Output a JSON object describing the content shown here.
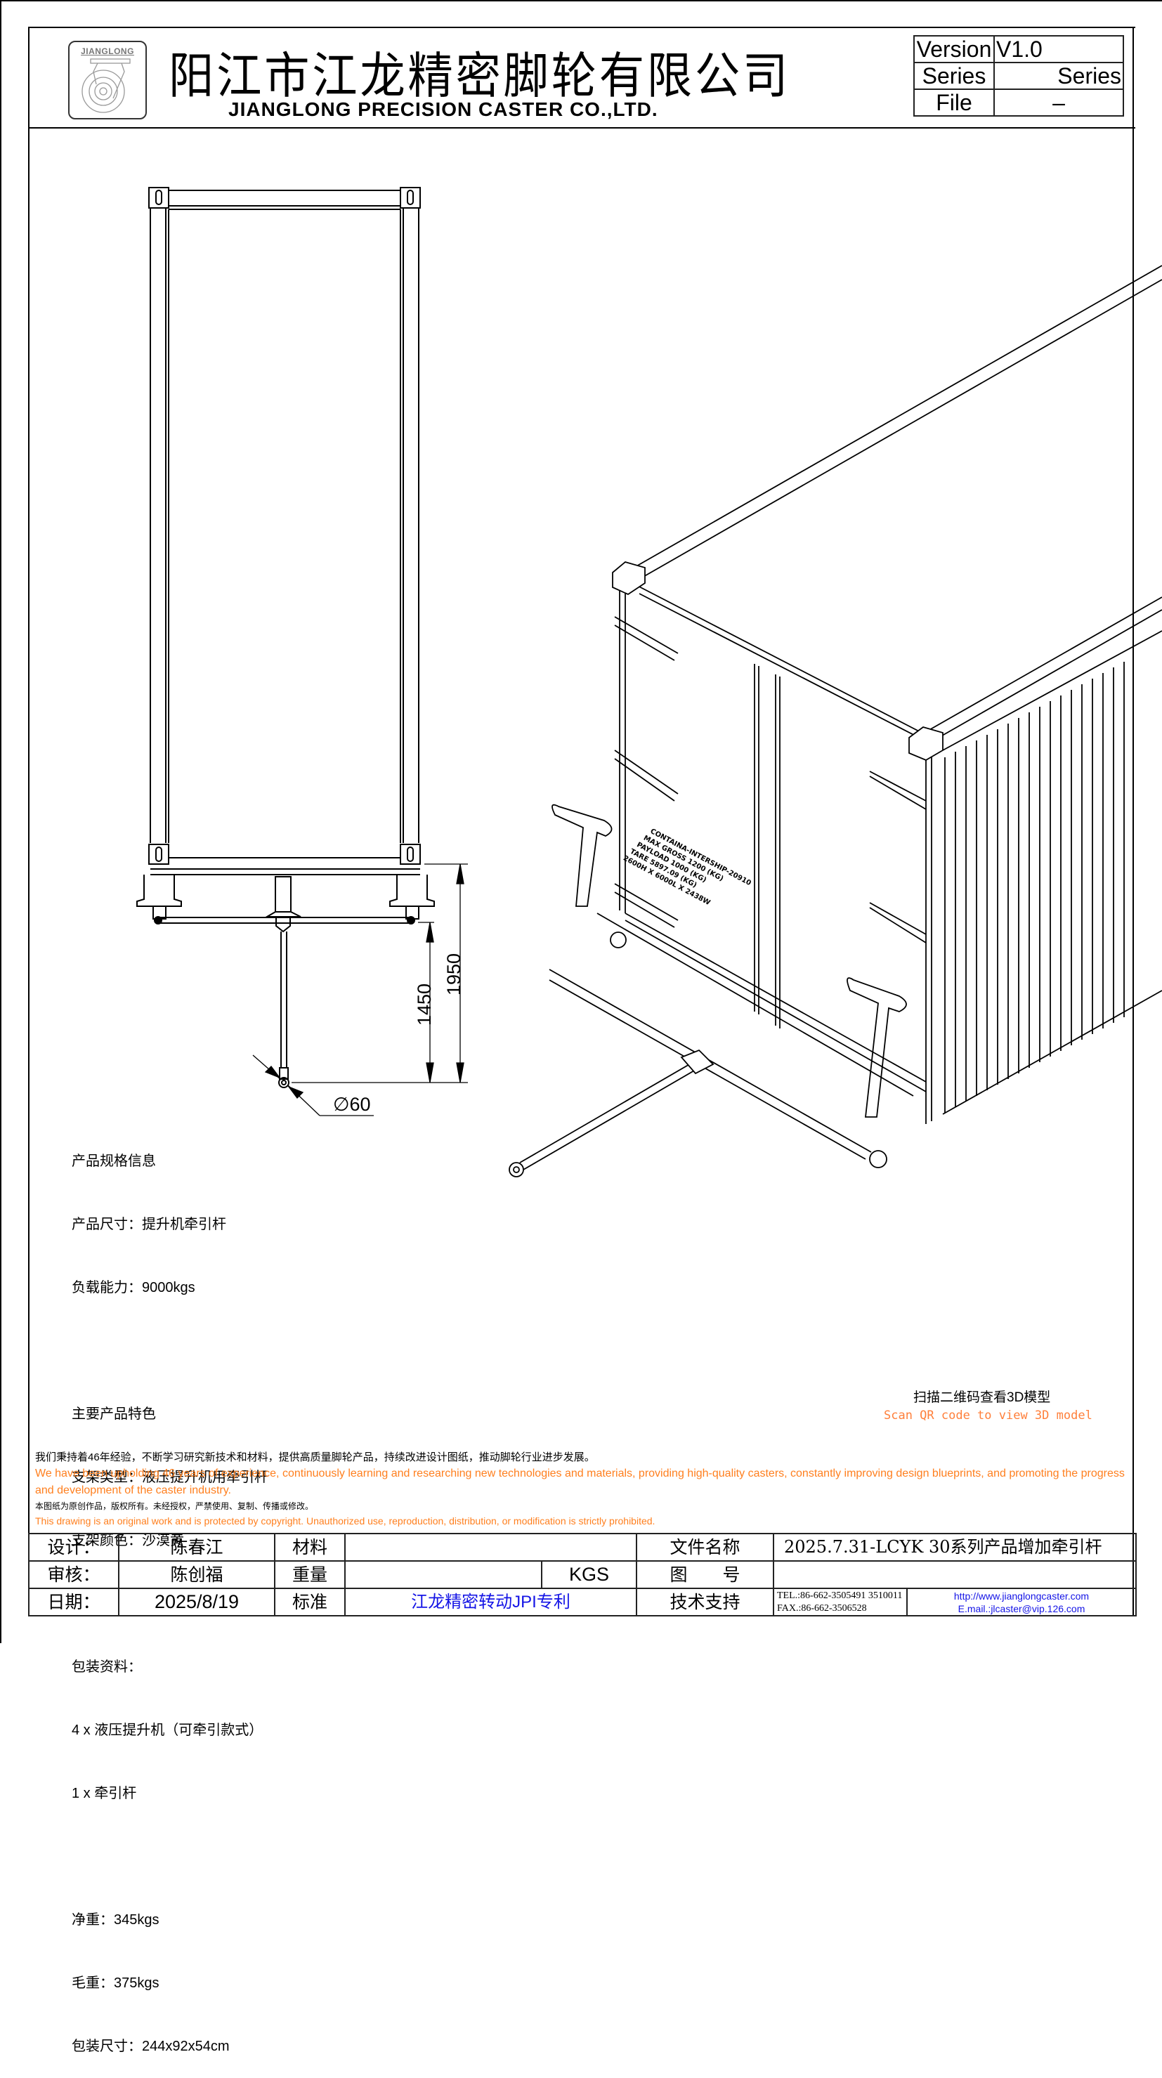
{
  "header": {
    "logo_text": "JIANGLONG",
    "company_name_cn": "阳江市江龙精密脚轮有限公司",
    "company_name_en": "JIANGLONG PRECISION CASTER CO.,LTD.",
    "version_table": [
      {
        "label": "Version",
        "value": "V1.0"
      },
      {
        "label": "Series",
        "value": "Series"
      },
      {
        "label": "File",
        "value": "–"
      }
    ]
  },
  "drawing": {
    "dimensions": {
      "overall_length": "1950",
      "tow_bar_length": "1450",
      "eye_diameter": "∅60"
    },
    "container_label_lines": [
      "CONTAINA-INTERSHIP-20910",
      "MAX GROSS 1200 (KG)",
      "PAYLOAD 1000 (KG)",
      "TARE 5897.09 (KG)",
      "2600H X 6000L X 2438W"
    ]
  },
  "specs": {
    "section1_title": "产品规格信息",
    "product_size": "产品尺寸：提升机牵引杆",
    "load_capacity": "负载能力：9000kgs",
    "section2_title": "主要产品特色",
    "bracket_type": "支架类型：液压提升机用牵引杆",
    "bracket_color": "支架颜色：沙漠黄",
    "section3_title": "包装资料：",
    "package_item1": "4 x 液压提升机（可牵引款式）",
    "package_item2": "1 x 牵引杆",
    "net_weight": "净重：345kgs",
    "gross_weight": "毛重：375kgs",
    "package_size": "包装尺寸：244x92x54cm"
  },
  "qr": {
    "label_cn": "扫描二维码查看3D模型",
    "label_en": "Scan QR code to view 3D model"
  },
  "notice": {
    "mission_cn": "我们秉持着46年经验，不断学习研究新技术和材料，提供高质量脚轮产品，持续改进设计图纸，推动脚轮行业进步发展。",
    "mission_en": "We have been upholding 46 years of experience, continuously learning and researching new technologies and materials, providing high-quality casters, constantly improving design blueprints, and promoting the progress and development of the caster industry.",
    "copyright_cn": "本图纸为原创作品，版权所有。未经授权，严禁使用、复制、传播或修改。",
    "copyright_en": "This drawing is an original work and is protected by copyright. Unauthorized use, reproduction, distribution, or modification is strictly prohibited."
  },
  "title_block": {
    "design_label": "设计：",
    "design_value": "陈春江",
    "material_label": "材料",
    "material_value": "",
    "file_name_label": "文件名称",
    "file_name_value": "2025.7.31-LCYK 30系列产品增加牵引杆",
    "review_label": "审核：",
    "review_value": "陈创福",
    "weight_label": "重量",
    "weight_value": "",
    "weight_unit": "KGS",
    "drawing_no_label": "图　　号",
    "drawing_no_value": "",
    "date_label": "日期：",
    "date_value": "2025/8/19",
    "standard_label": "标准",
    "standard_value": "江龙精密转动JPI专利",
    "tech_support_label": "技术支持",
    "tel": "TEL.:86-662-3505491 3510011",
    "fax": "FAX.:86-662-3506528",
    "website": "http://www.jianglongcaster.com",
    "email": "E.mail.:jlcaster@vip.126.com"
  },
  "colors": {
    "accent_orange": "#ff7f1e",
    "link_blue": "#1414e6",
    "line": "#000000"
  }
}
